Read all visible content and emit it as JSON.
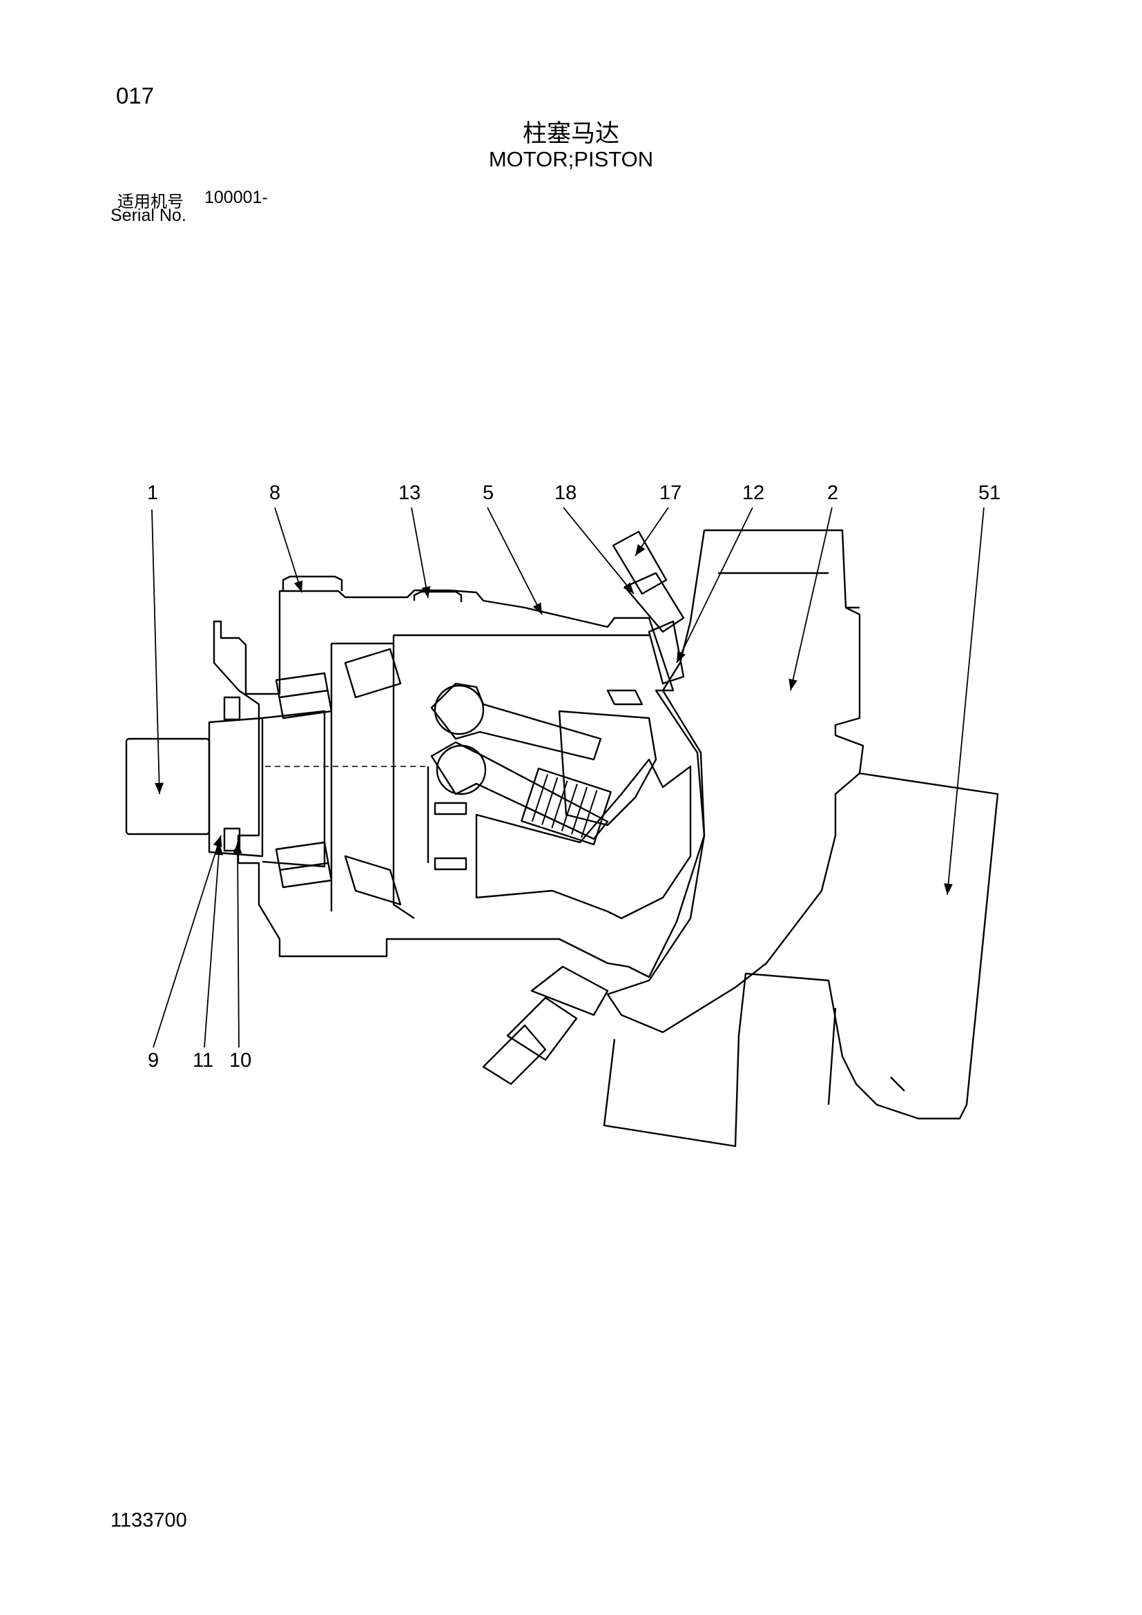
{
  "page_number": "017",
  "title": {
    "cn": "柱塞马达",
    "en": "MOTOR;PISTON"
  },
  "serial": {
    "label_cn": "适用机号",
    "range": "100001-",
    "label_en": "Serial No."
  },
  "callouts": {
    "c1": "1",
    "c8": "8",
    "c13": "13",
    "c5": "5",
    "c18": "18",
    "c17": "17",
    "c12": "12",
    "c2": "2",
    "c51": "51",
    "c9": "9",
    "c11": "11",
    "c10": "10"
  },
  "doc_number": "1133700"
}
